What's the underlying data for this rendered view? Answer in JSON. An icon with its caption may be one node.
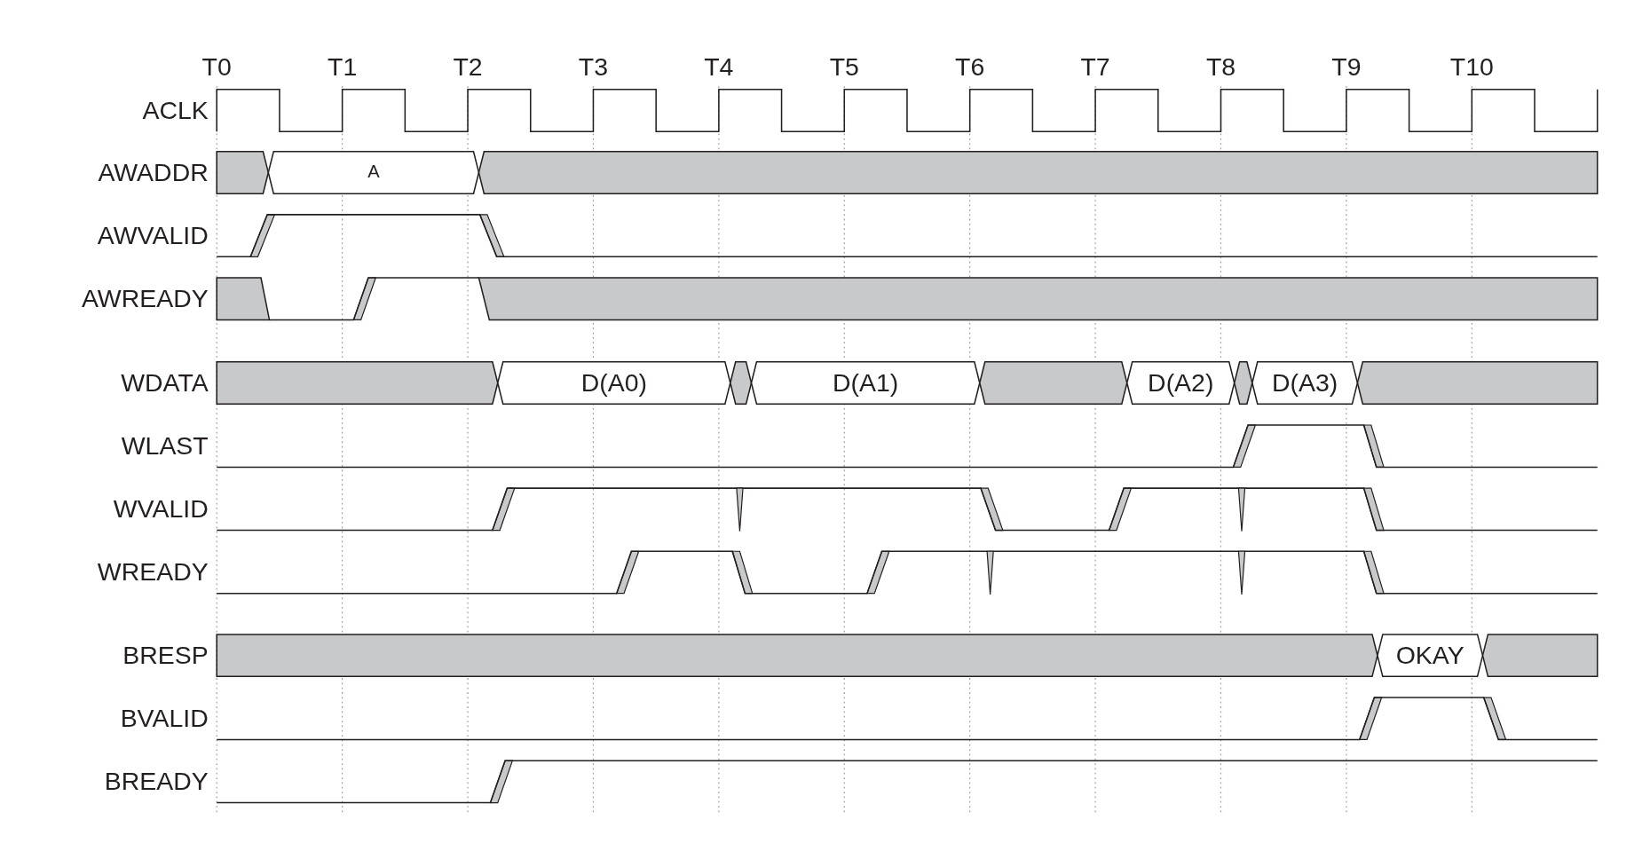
{
  "diagram": {
    "labels": [
      "T0",
      "T1",
      "T2",
      "T3",
      "T4",
      "T5",
      "T6",
      "T7",
      "T8",
      "T9",
      "T10",
      "ACLK",
      "AWADDR",
      "A",
      "AWVALID",
      "AWREADY",
      "WDATA",
      "D(A0)",
      "D(A1)",
      "D(A2)",
      "D(A3)",
      "WLAST",
      "WVALID",
      "WREADY",
      "BRESP",
      "OKAY",
      "BVALID",
      "BREADY"
    ]
  }
}
